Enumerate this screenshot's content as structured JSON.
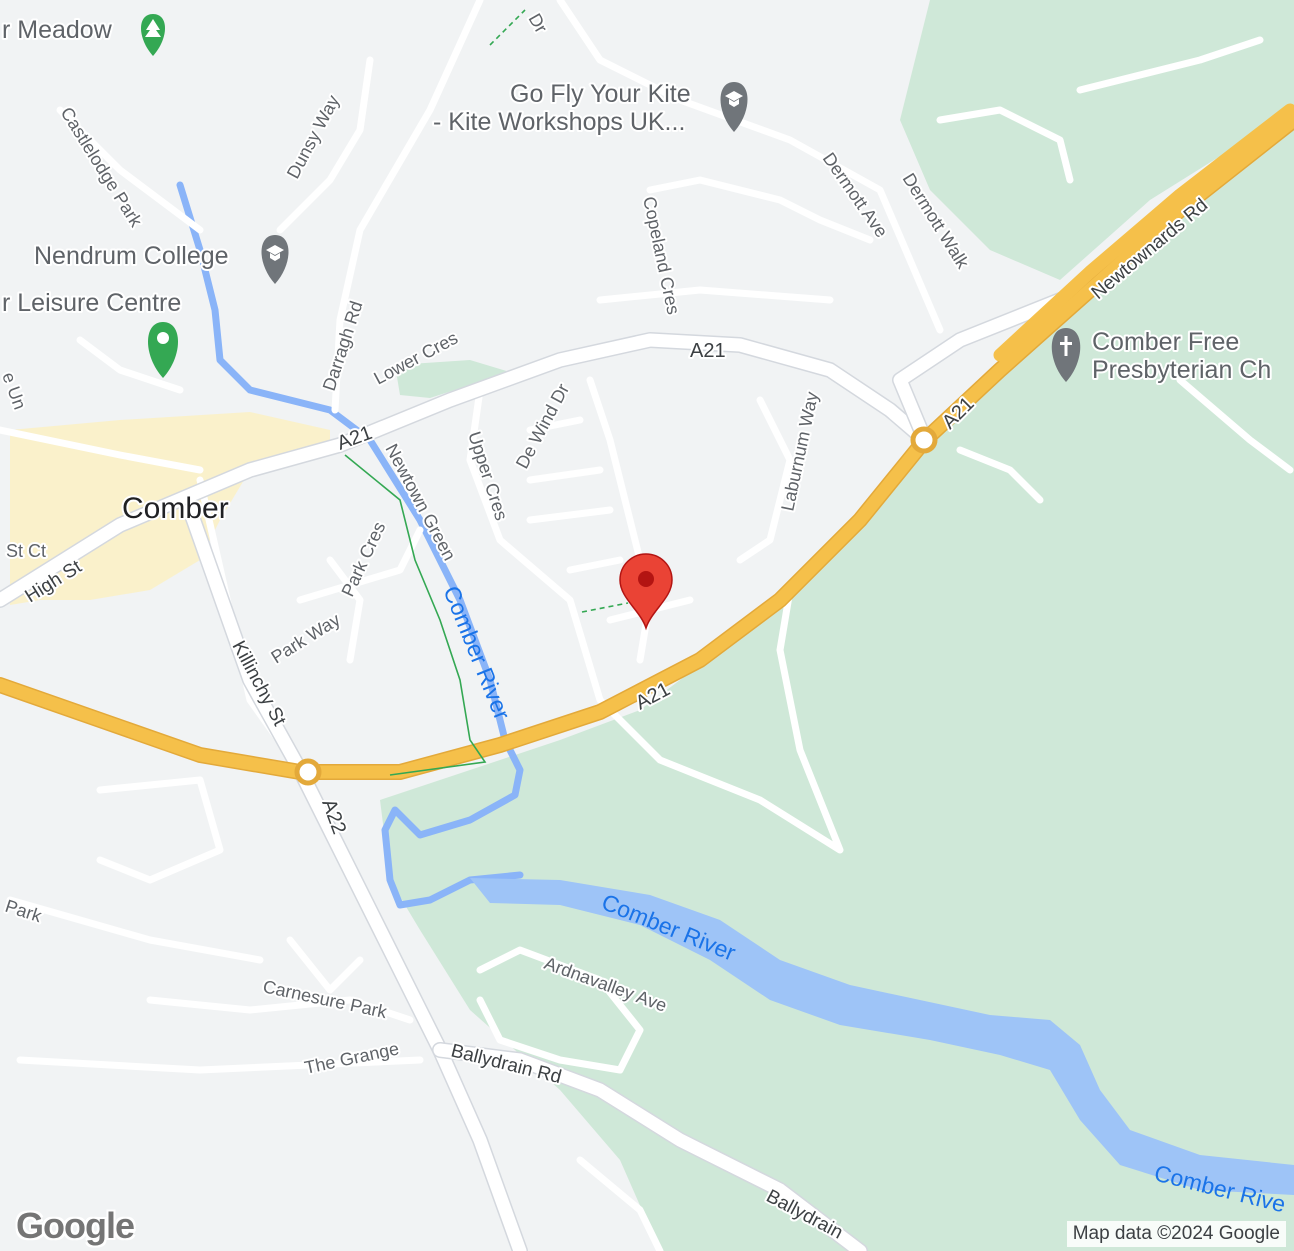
{
  "map": {
    "colors": {
      "land": "#f1f3f4",
      "park": "#cfe8d8",
      "water": "#9ec4f7",
      "trunk_road": "#f5c04a",
      "road": "#ffffff",
      "town_centre": "#fbf1c7",
      "marker": "#ea4335",
      "poi_green": "#34a853",
      "poi_grey": "#70757a"
    },
    "places": {
      "town": "Comber"
    },
    "pois": {
      "meadow": "r Meadow",
      "kite_line1": "Go Fly Your Kite",
      "kite_line2": "- Kite Workshops UK...",
      "college": "Nendrum College",
      "leisure": "r Leisure Centre",
      "church_line1": "Comber Free",
      "church_line2": "Presbyterian Ch"
    },
    "roads": {
      "a21_upper": "A21",
      "a21_west": "A21",
      "a21_south": "A21",
      "a21_ne": "A21",
      "a22": "A22",
      "newtownards": "Newtownards Rd",
      "killinchy": "Killinchy St",
      "high_st": "High St",
      "st_ct": "St Ct",
      "dunsy": "Dunsy Way",
      "castlelodge": "Castlelodge Park",
      "darragh": "Darragh Rd",
      "lower_cres": "Lower Cres",
      "copeland": "Copeland Cres",
      "dermott_ave": "Dermott Ave",
      "dermott_walk": "Dermott Walk",
      "de_wind": "De Wind Dr",
      "upper_cres": "Upper Cres",
      "newtown_green": "Newtown Green",
      "laburnum": "Laburnum Way",
      "park_cres": "Park Cres",
      "park_way": "Park Way",
      "park_left": "Park",
      "carnesure": "Carnesure Park",
      "the_grange": "The Grange",
      "ballydrain": "Ballydrain Rd",
      "ballydrain_2": "Ballydrain",
      "ardnavalley": "Ardnavalley Ave",
      "dr_top": "Dr",
      "un_left": "e Un"
    },
    "water_labels": {
      "river_north": "Comber River",
      "river_mid": "Comber River",
      "river_east": "Comber Rive"
    },
    "icons": {
      "meadow": "tree-icon",
      "kite": "graduation-cap-icon",
      "college": "graduation-cap-icon",
      "leisure": "map-pin-icon",
      "church": "cross-icon",
      "marker": "location-pin-icon"
    },
    "attribution": "Map data ©2024 Google",
    "logo": "Google"
  }
}
